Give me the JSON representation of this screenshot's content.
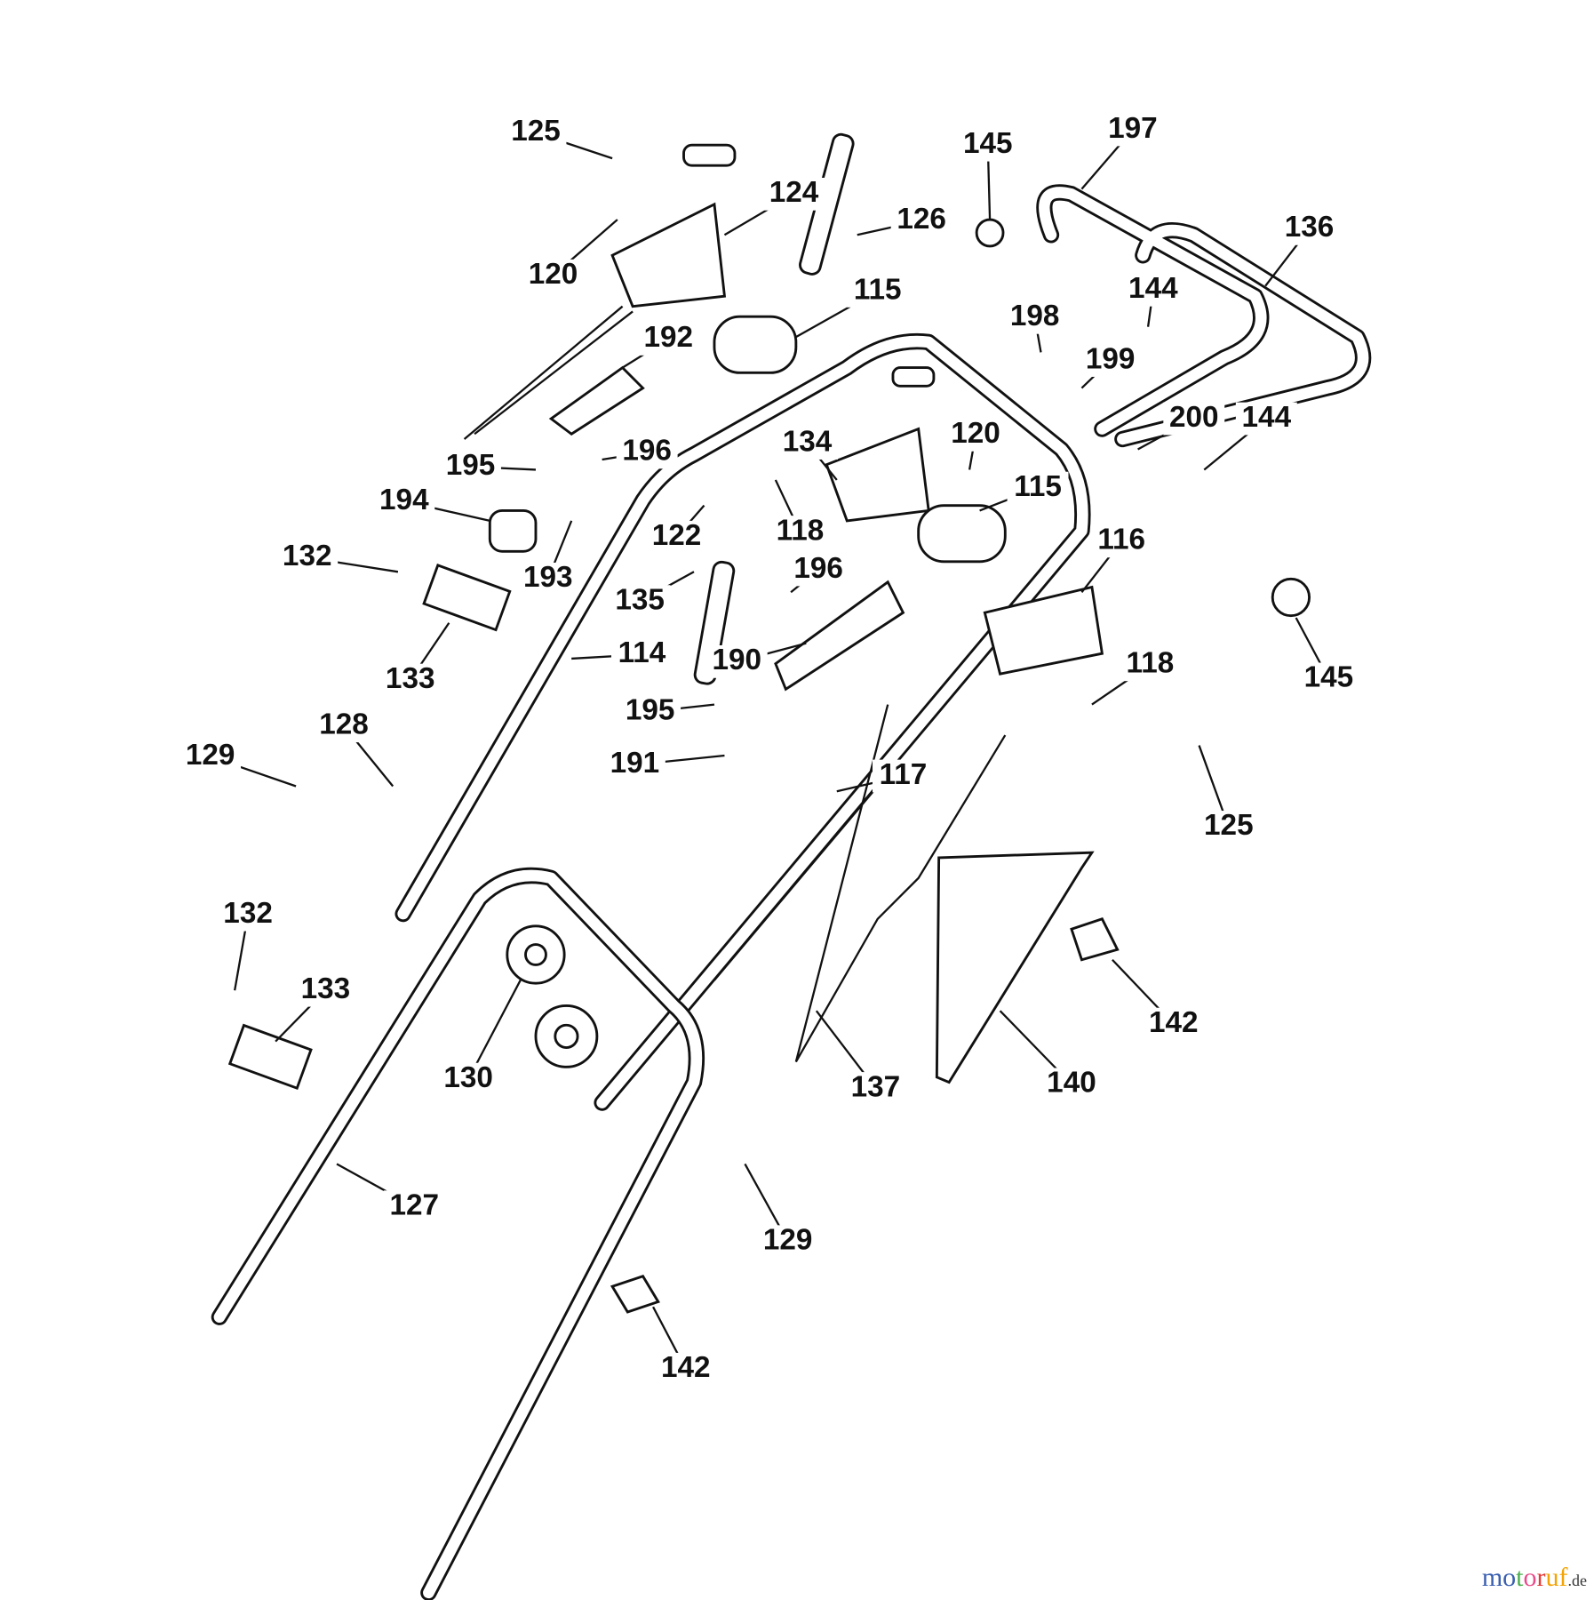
{
  "labels": [
    "125",
    "124",
    "126",
    "145",
    "197",
    "136",
    "120",
    "115",
    "144",
    "198",
    "192",
    "199",
    "200",
    "144",
    "134",
    "120",
    "195",
    "196",
    "115",
    "194",
    "122",
    "118",
    "116",
    "132",
    "196",
    "193",
    "135",
    "114",
    "190",
    "118",
    "133",
    "145",
    "195",
    "128",
    "129",
    "191",
    "117",
    "125",
    "132",
    "133",
    "142",
    "130",
    "137",
    "140",
    "127",
    "129",
    "142"
  ],
  "watermark": {
    "main": "motoruf",
    "suffix": ".de",
    "colors": [
      "#3a5fb0",
      "#3a5fb0",
      "#4caf50",
      "#e94b8a",
      "#e53935",
      "#f4a300",
      "#f4a300"
    ]
  }
}
